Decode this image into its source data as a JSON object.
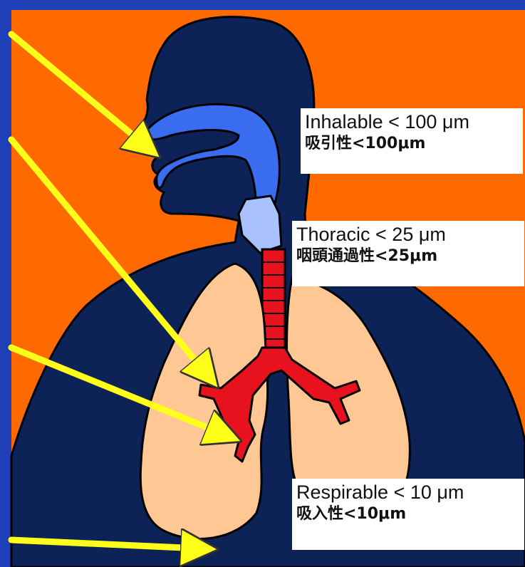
{
  "colors": {
    "frame": "#1f3fb8",
    "background": "#ff6a00",
    "body_silhouette": "#0d2257",
    "airway": "#3a6cf0",
    "lung": "#ffc794",
    "bronchi": "#e8121e",
    "arrow": "#ffff1a",
    "label_background": "#ffffff"
  },
  "labels": {
    "inhalable": {
      "en": "Inhalable < 100 μm",
      "jp": "吸引性<100μm"
    },
    "thoracic": {
      "en": "Thoracic < 25 μm",
      "jp": "咽頭通過性<25μm"
    },
    "respirable": {
      "en": "Respirable < 10 μm",
      "jp": "吸入性<10μm"
    }
  }
}
